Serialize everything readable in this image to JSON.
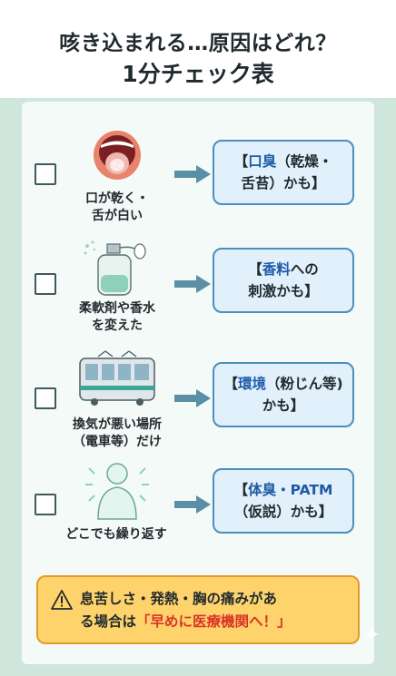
{
  "header": {
    "title_line1": "咳き込まれる…原因はどれ？",
    "title_line2": "1分チェック表"
  },
  "rows": [
    {
      "caption_line1": "口が乾く・",
      "caption_line2": "舌が白い",
      "result_pre": "【",
      "result_highlight": "口臭",
      "result_post": "（乾燥・",
      "result_line2": "舌苔）かも】"
    },
    {
      "caption_line1": "柔軟剤や香水",
      "caption_line2": "を変えた",
      "result_pre": "【",
      "result_highlight": "香料",
      "result_post": "への",
      "result_line2": "刺激かも】"
    },
    {
      "caption_line1": "換気が悪い場所",
      "caption_line2": "（電車等）だけ",
      "result_pre": "【",
      "result_highlight": "環境",
      "result_post": "（粉じん等)",
      "result_line2": "かも】"
    },
    {
      "caption_line1": "どこでも繰り返す",
      "caption_line2": "",
      "result_pre": "【",
      "result_highlight": "体臭・PATM",
      "result_post": "",
      "result_line2": "（仮説）かも】"
    }
  ],
  "warning": {
    "text_line1": "息苦しさ・発熱・胸の痛みがあ",
    "text_line2_pre": "る場合は",
    "text_line2_red": "「早めに医療機関へ！」"
  },
  "colors": {
    "background": "#cfe6dc",
    "panel": "#f3faf7",
    "result_box": "#e1f0fa",
    "result_border": "#4a8fbf",
    "highlight": "#1d5aa8",
    "warning_bg": "#ffd36b",
    "warning_red": "#d8352a",
    "arrow": "#5b8fa6"
  },
  "icons": [
    "open-mouth-icon",
    "perfume-bottle-icon",
    "train-icon",
    "person-silhouette-icon",
    "warning-triangle-icon",
    "right-arrow-icon",
    "sparkle-icon"
  ]
}
